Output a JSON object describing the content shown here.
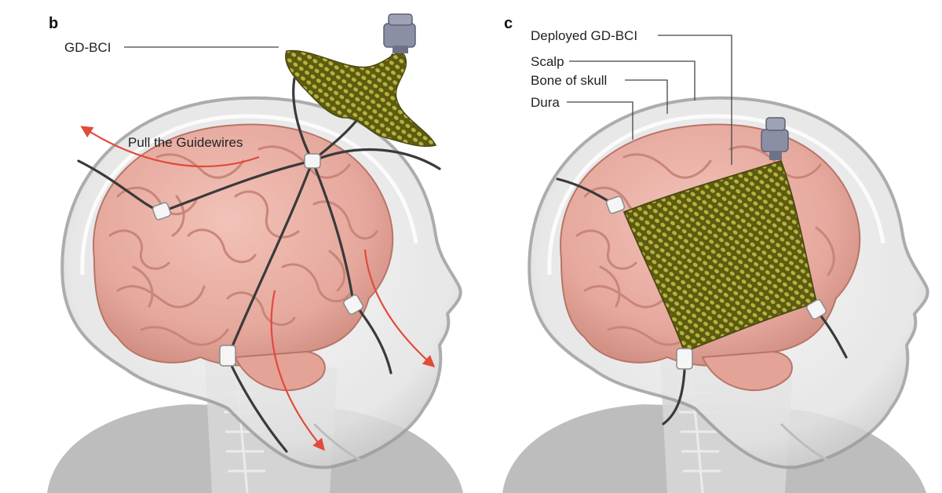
{
  "figure": {
    "panels": [
      {
        "id": "b",
        "label": "b",
        "callouts": [
          "GD-BCI",
          "Pull the Guidewires"
        ]
      },
      {
        "id": "c",
        "label": "c",
        "callouts": [
          "Deployed GD-BCI",
          "Scalp",
          "Bone of skull",
          "Dura"
        ]
      }
    ]
  },
  "colors": {
    "brain": "#eab0a6",
    "brain_fold": "#c98678",
    "mesh": "#9c9a2c",
    "mesh_dark": "#5d5b12",
    "arrow": "#e04b3a",
    "head": "#d9d9d9",
    "connector": "#8b8fa3"
  }
}
